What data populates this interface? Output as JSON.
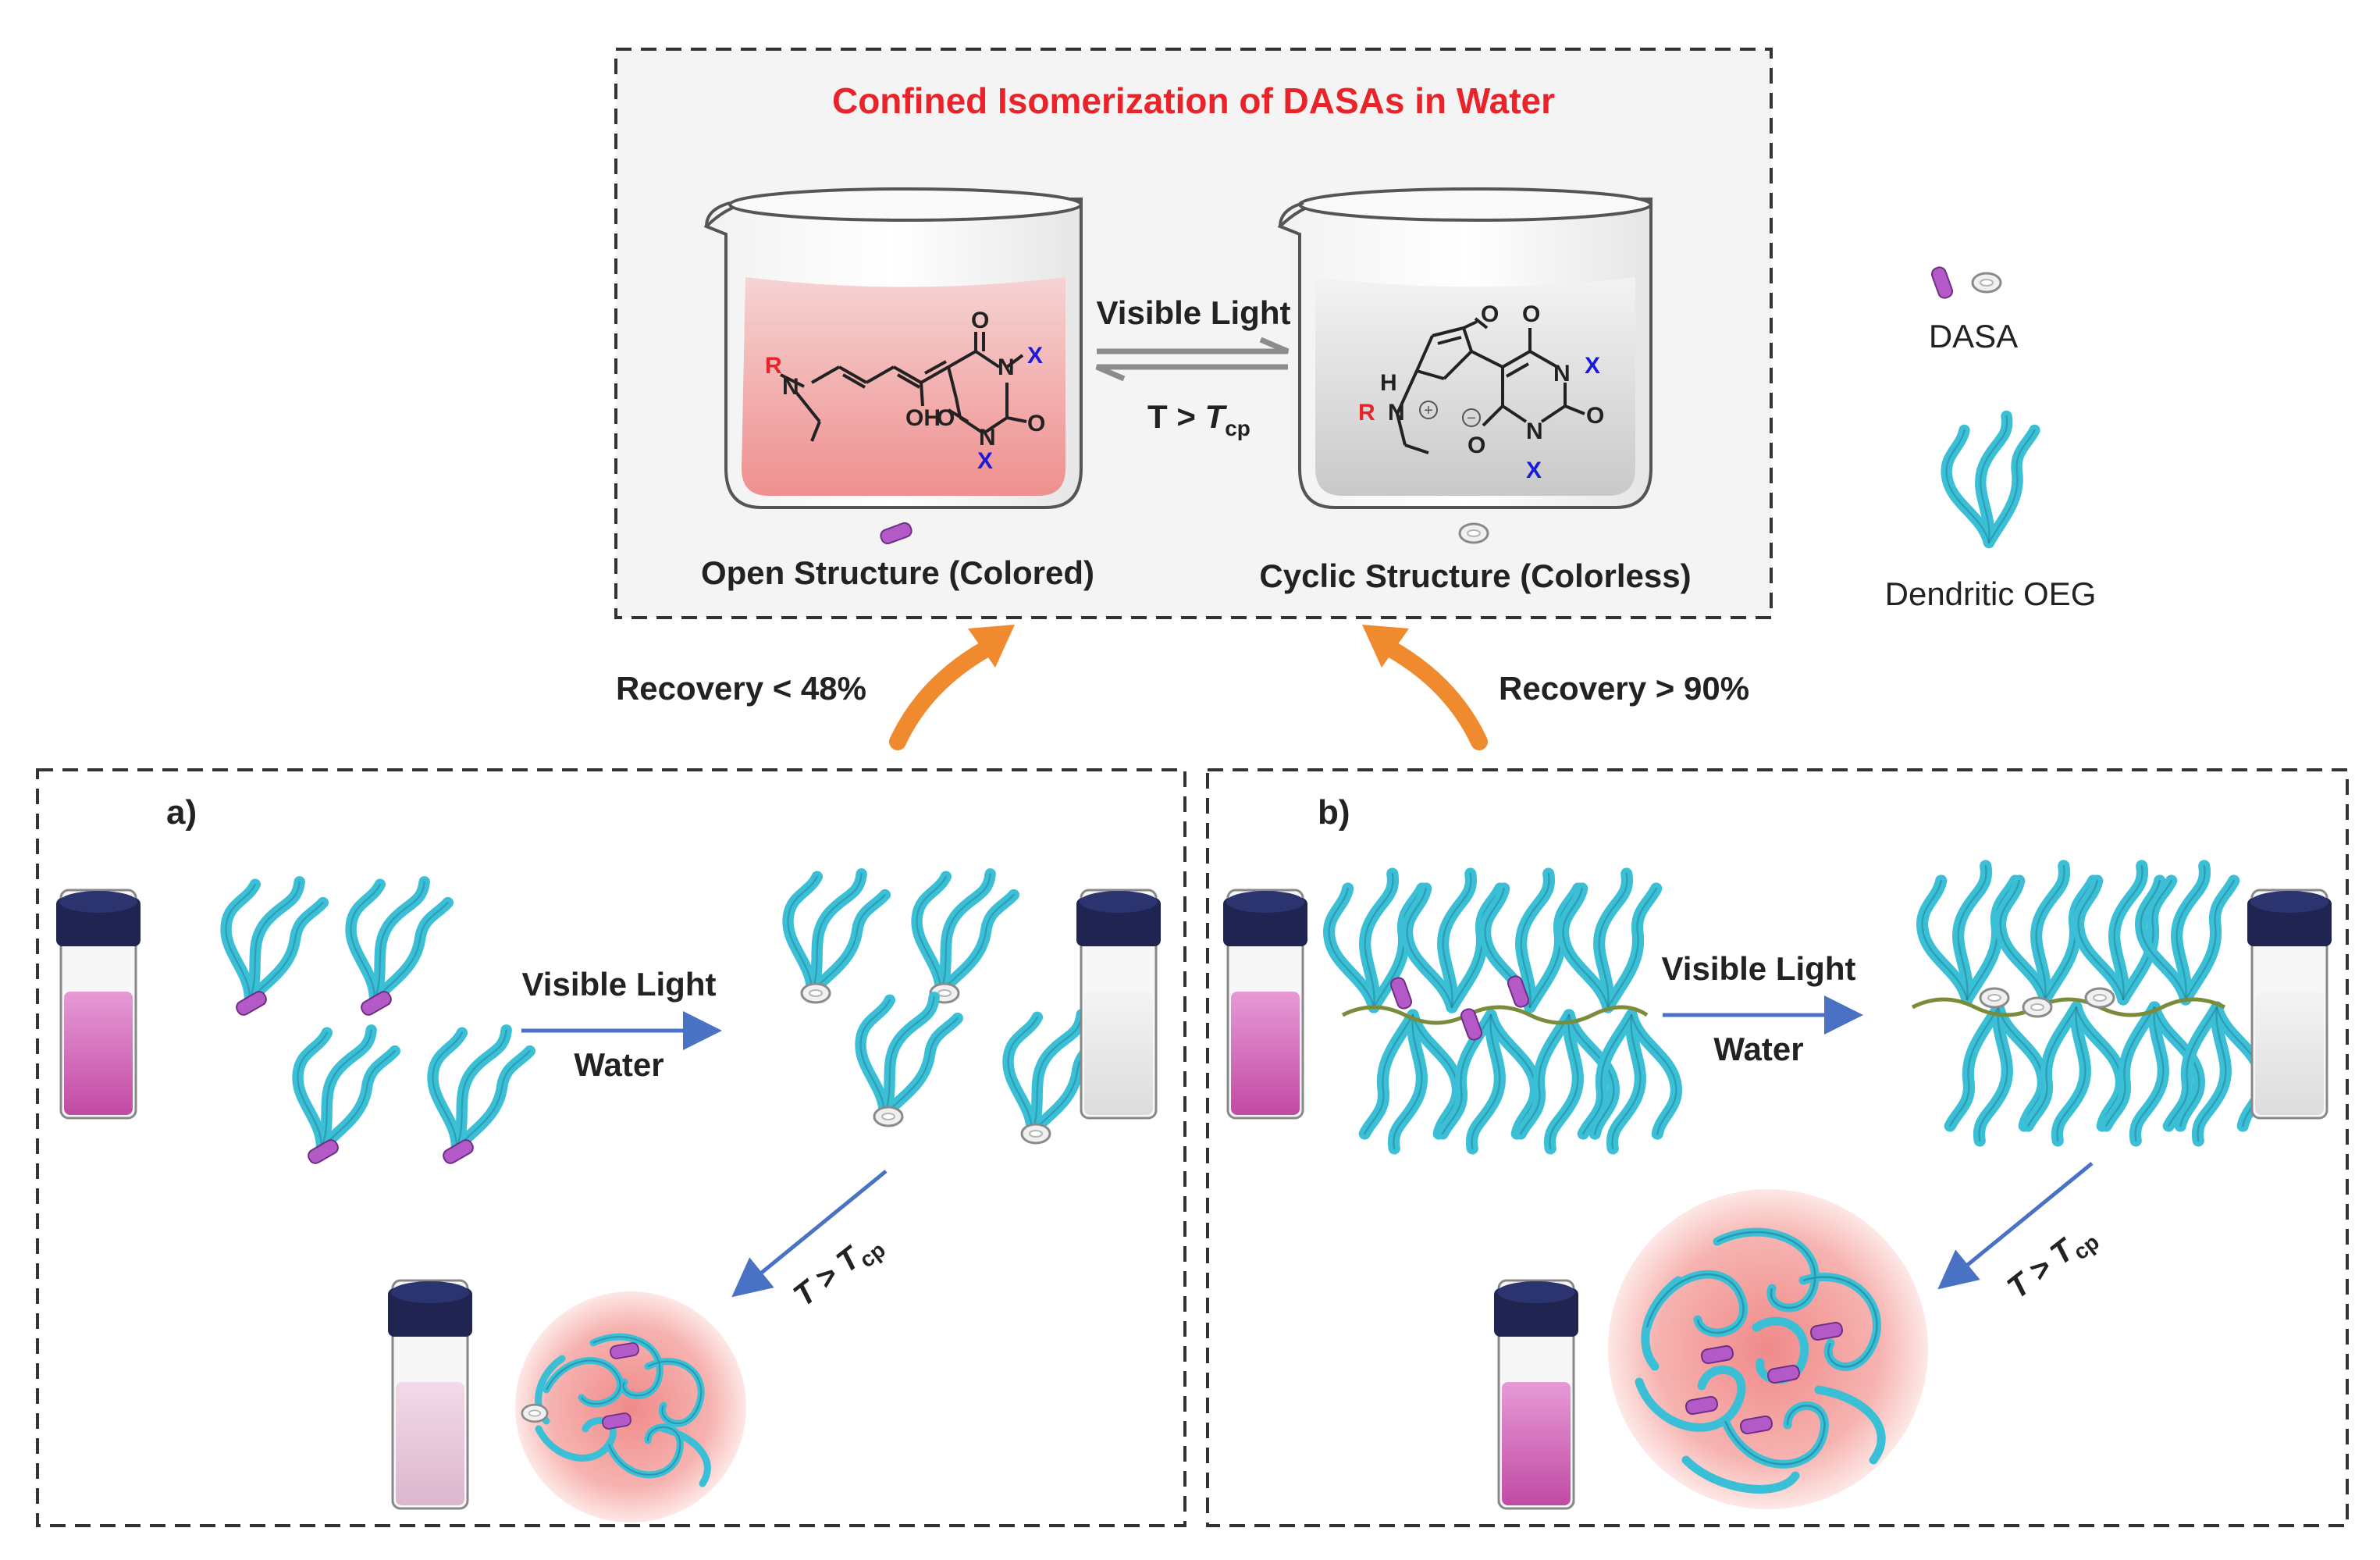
{
  "top_panel": {
    "title": "Confined Isomerization of DASAs in Water",
    "forward_condition": "Visible Light",
    "reverse_condition_main": "T > ",
    "reverse_condition_T": "T",
    "reverse_condition_sub": "cp",
    "open_label": "Open Structure (Colored)",
    "cyclic_label": "Cyclic Structure (Colorless)",
    "colors": {
      "title": "#e8242a",
      "open_solution": "#f4b9b9",
      "arrow": "#8c8c8c"
    }
  },
  "open_structure": {
    "R": "R",
    "N": "N",
    "OH": "OH",
    "O_top": "O",
    "O_bottom": "O",
    "O_right": "O",
    "N_top": "N",
    "N_bottom": "N",
    "X_top": "X",
    "X_bottom": "X"
  },
  "cyclic_structure": {
    "H": "H",
    "R": "R",
    "N": "N",
    "plus": "+",
    "minus": "−",
    "O_ring": "O",
    "O_top": "O",
    "O_bottom": "O",
    "O_right": "O",
    "N_top": "N",
    "N_bottom": "N",
    "X_top": "X",
    "X_bottom": "X"
  },
  "legend": {
    "dasa_label": "DASA",
    "oeg_label": "Dendritic OEG"
  },
  "recovery": {
    "left": "Recovery < 48%",
    "right": "Recovery > 90%",
    "arrow_color": "#f08a2e"
  },
  "panel_a": {
    "label": "a)",
    "condition_top": "Visible Light",
    "condition_bottom": "Water",
    "heat_main": "T > ",
    "heat_T": "T",
    "heat_sub": "cp"
  },
  "panel_b": {
    "label": "b)",
    "condition_top": "Visible Light",
    "condition_bottom": "Water",
    "heat_main": "T > ",
    "heat_T": "T",
    "heat_sub": "cp"
  },
  "colors": {
    "oeg": "#3bbfd6",
    "dasa": "#b45ac8",
    "vial_cap": "#1f2450",
    "pink_solution": "#cc5aa8",
    "light_pink_solution": "#e6c4d8",
    "clear_solution": "#e8e8e8",
    "process_arrow": "#4a72c4"
  }
}
